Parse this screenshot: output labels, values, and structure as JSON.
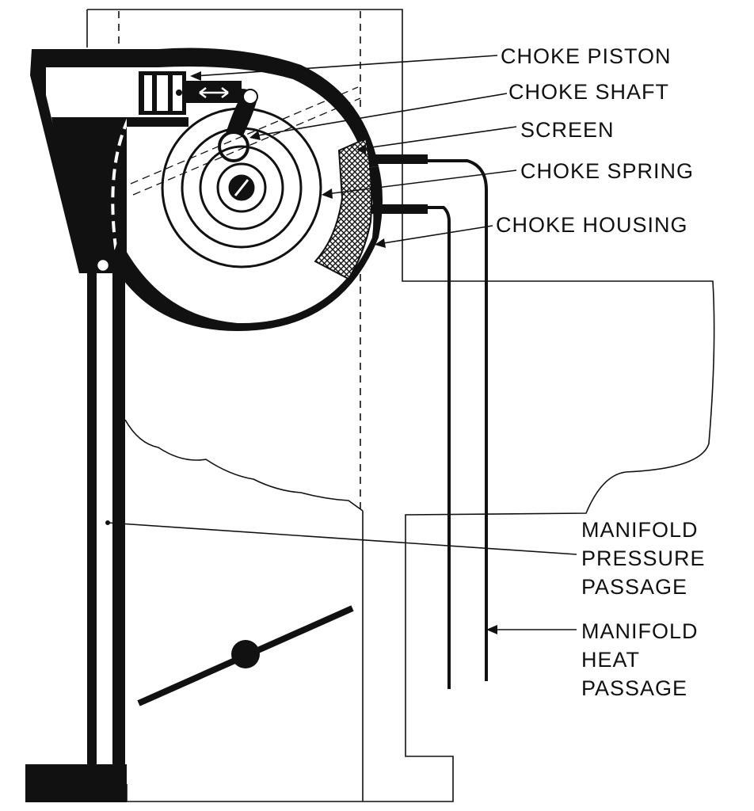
{
  "colors": {
    "ink": "#111111",
    "paper": "#ffffff",
    "screen_fill": "#8c8c8c"
  },
  "labels": {
    "choke_piston": "CHOKE PISTON",
    "choke_shaft": "CHOKE SHAFT",
    "screen": "SCREEN",
    "choke_spring": "CHOKE SPRING",
    "choke_housing": "CHOKE HOUSING",
    "manifold_pressure": {
      "line1": "MANIFOLD",
      "line2": "PRESSURE",
      "line3": "PASSAGE"
    },
    "manifold_heat": {
      "line1": "MANIFOLD",
      "line2": "HEAT",
      "line3": "PASSAGE"
    }
  }
}
